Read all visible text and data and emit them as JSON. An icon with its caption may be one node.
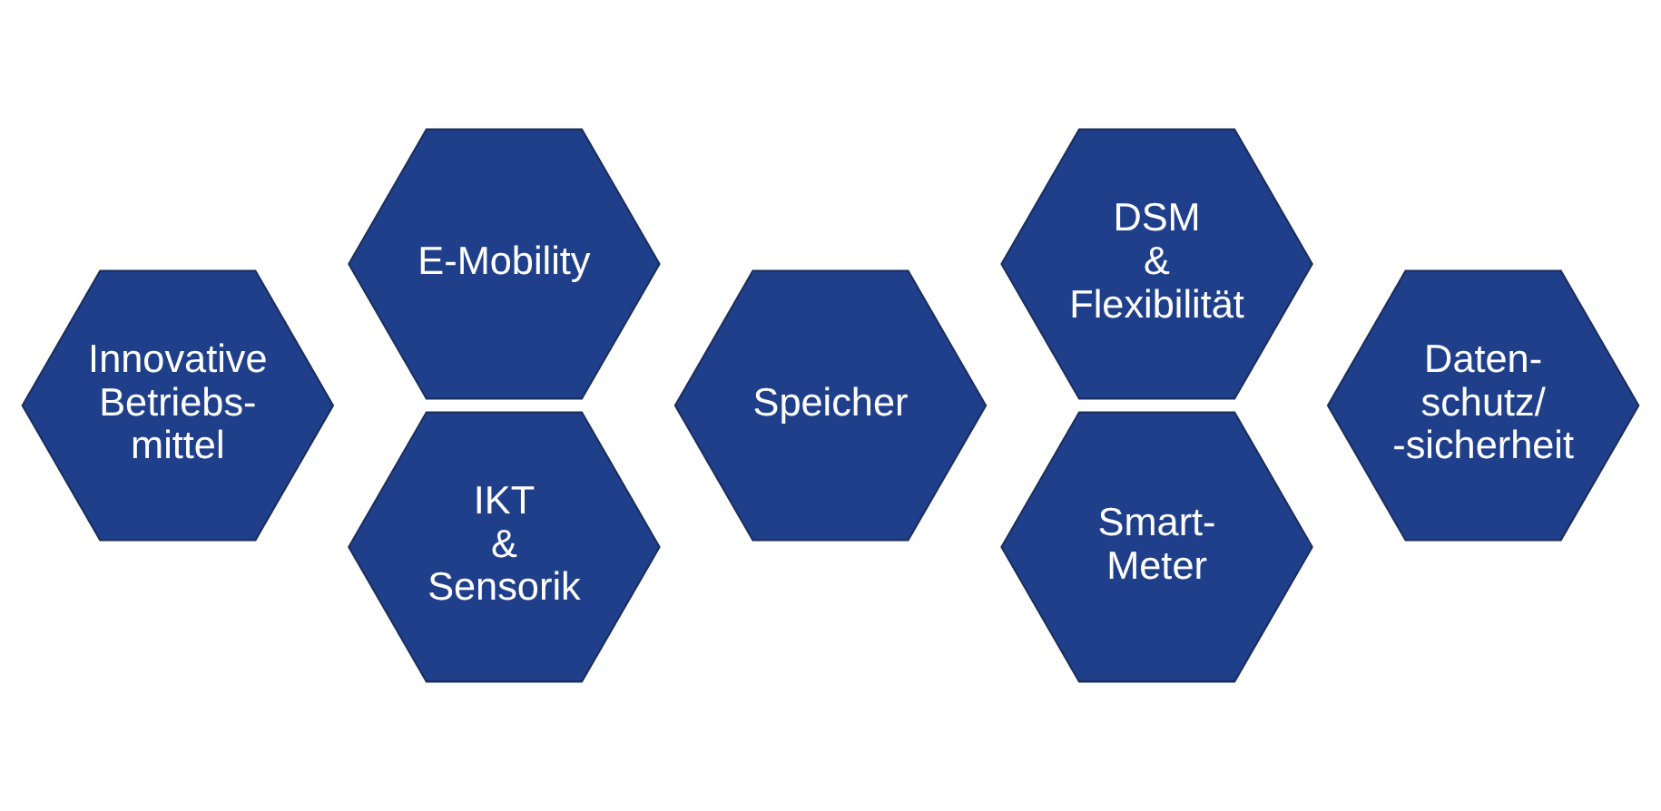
{
  "diagram": {
    "nodes": [
      {
        "text": [
          "Innovative Betriebs- mittel"
        ]
      },
      {
        "text": [
          "E-Mobility"
        ]
      },
      {
        "text": [
          "IKT & Sensorik"
        ]
      },
      {
        "text": [
          "Speicher"
        ]
      },
      {
        "text": [
          "DSM & Flexibilität"
        ]
      },
      {
        "text": [
          "Smart- Meter"
        ]
      },
      {
        "text": [
          "Daten- schutz/ -sicherheit"
        ]
      }
    ]
  }
}
